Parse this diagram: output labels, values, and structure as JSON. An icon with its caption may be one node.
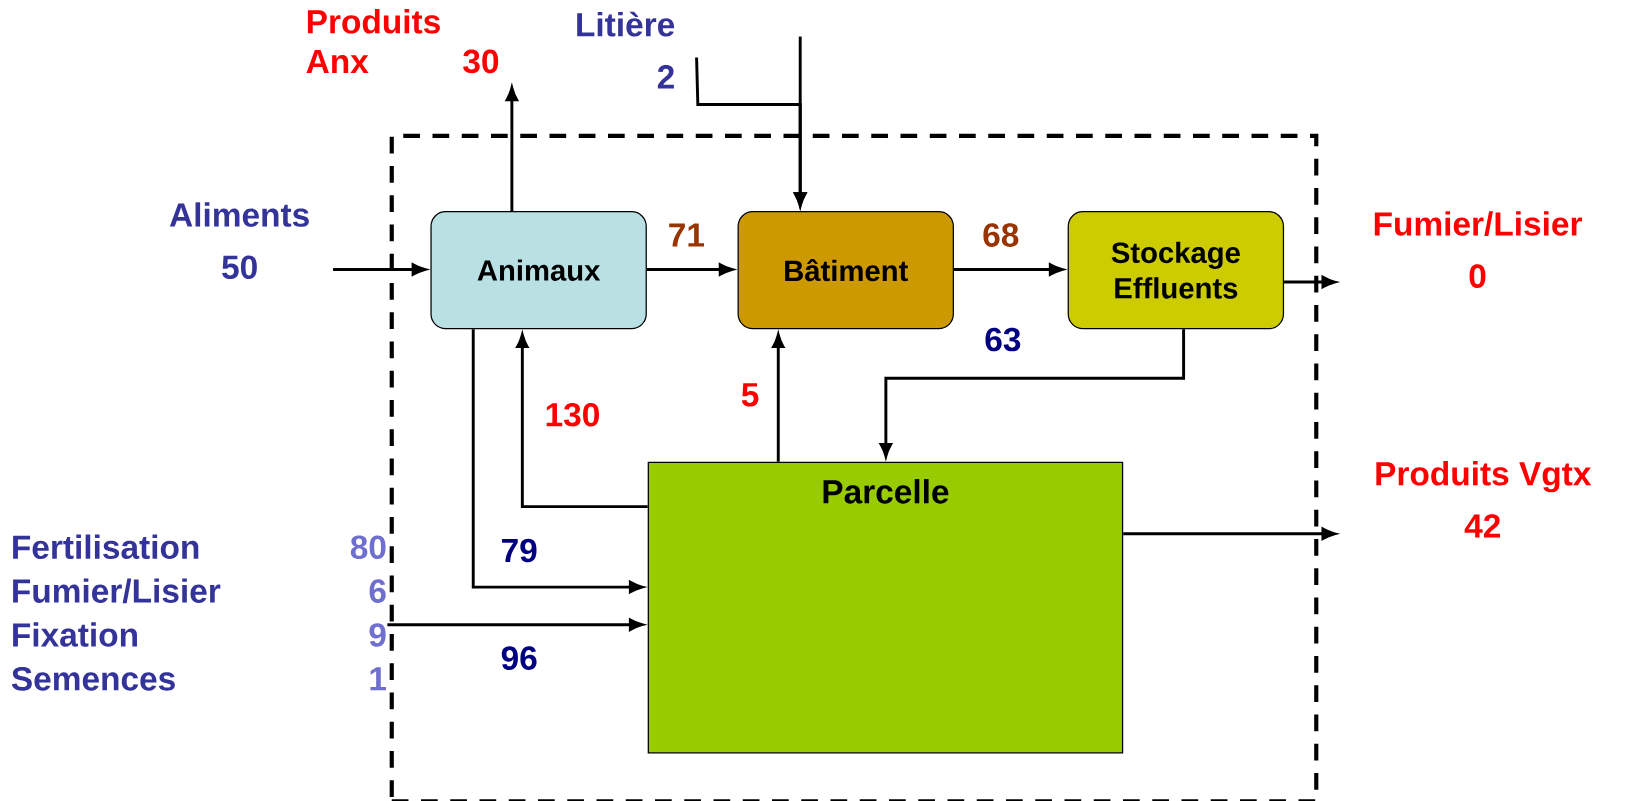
{
  "diagram": {
    "nodes": [
      {
        "text": [
          "Produits Anx",
          "30"
        ]
      },
      {
        "text": [
          "Litière",
          "2"
        ]
      },
      {
        "text": [],
        "shape": "box"
      },
      {
        "text": [
          "Aliments",
          "50"
        ]
      },
      {
        "text": [
          "Animaux"
        ],
        "in": 2
      },
      {
        "text": [
          "Bâtiment"
        ],
        "in": 2
      },
      {
        "text": [
          "Stockage Effluents"
        ],
        "in": 2
      },
      {
        "text": [
          "Fumier/Lisier",
          "0"
        ]
      },
      {
        "text": [
          "Parcelle"
        ],
        "in": 2
      },
      {
        "text": [
          "Produits Vgtx",
          "42"
        ]
      },
      {
        "text": [
          "Fertilisation",
          "80",
          "Fumier/Lisier",
          "6",
          "Fixation",
          "9",
          "Semences",
          "1"
        ]
      }
    ],
    "edges": [
      {
        "from": 3,
        "to": 4,
        "arrow": "to"
      },
      {
        "from": 4,
        "to": 0,
        "arrow": "to"
      },
      {
        "from": 1,
        "to": 5,
        "arrow": "to"
      },
      {
        "from": null,
        "to": 5,
        "arrow": "to"
      },
      {
        "from": 4,
        "to": 5,
        "arrow": "to",
        "label": "71"
      },
      {
        "from": 5,
        "to": 6,
        "arrow": "to",
        "label": "68"
      },
      {
        "from": 6,
        "to": 7,
        "arrow": "to"
      },
      {
        "from": 6,
        "to": 8,
        "arrow": "to",
        "label": "63"
      },
      {
        "from": 8,
        "to": 5,
        "arrow": "to",
        "label": "5"
      },
      {
        "from": 8,
        "to": 4,
        "arrow": "to",
        "label": "130"
      },
      {
        "from": 4,
        "to": 8,
        "arrow": "to",
        "label": "79"
      },
      {
        "from": 10,
        "to": 8,
        "arrow": "to",
        "label": "96"
      },
      {
        "from": 8,
        "to": 9,
        "arrow": "to"
      }
    ]
  }
}
